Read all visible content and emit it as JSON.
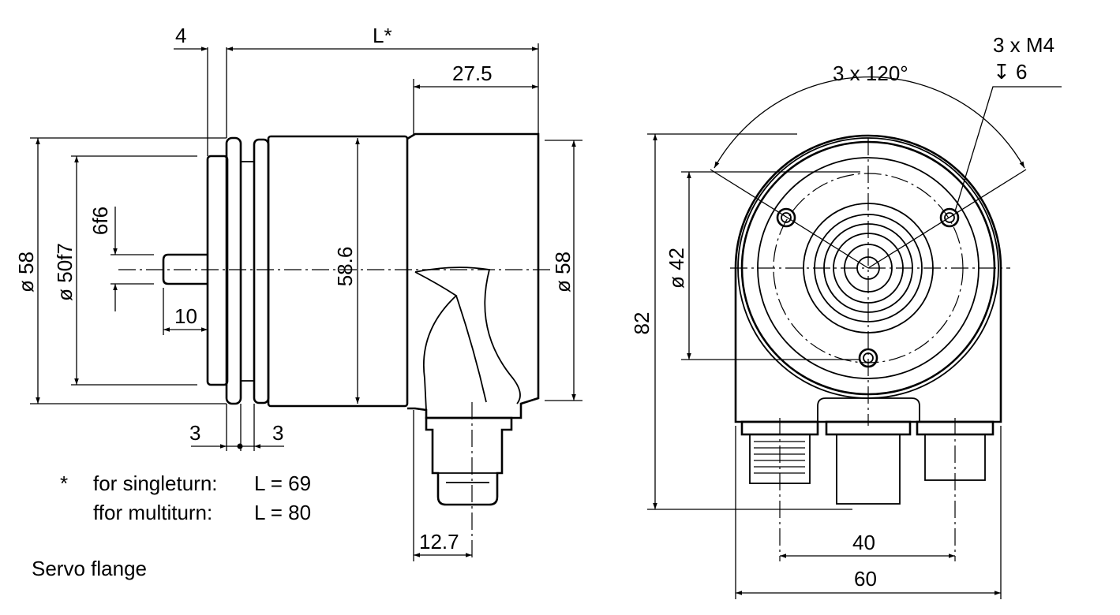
{
  "side_view": {
    "dim_flange": "4",
    "dim_length": "L*",
    "dim_connector": "27.5",
    "dim_outer_dia": "ø 58",
    "dim_spigot_dia": "ø 50f7",
    "dim_shaft_dia": "6f6",
    "dim_shaft_len": "10",
    "dim_body_dia": "58.6",
    "dim_right_dia": "ø 58",
    "dim_gap_left": "3",
    "dim_gap_right": "3",
    "dim_connector_offset": "12.7"
  },
  "front_view": {
    "dim_angle": "3 x 120°",
    "dim_thread": "3 x M4",
    "dim_depth": "↧ 6",
    "dim_bolt_circle": "ø 42",
    "dim_height": "82",
    "dim_conn_spacing": "40",
    "dim_width": "60"
  },
  "notes": {
    "asterisk": "*",
    "singleturn_label": "for singleturn:",
    "singleturn_value": "L = 69",
    "multiturn_label": "ffor multiturn:",
    "multiturn_value": "L = 80",
    "caption": "Servo flange"
  }
}
